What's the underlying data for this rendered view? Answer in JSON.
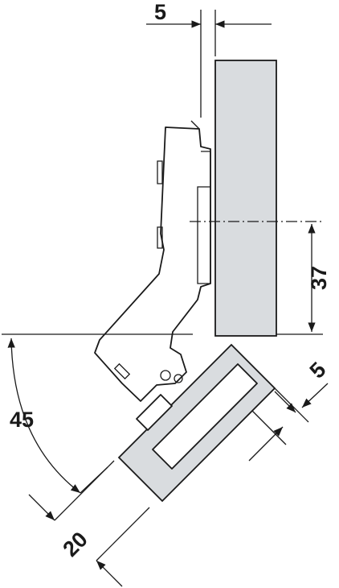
{
  "dimensions": {
    "overlay": "5",
    "height_offset": "37",
    "opening_angle": "45",
    "door_offset": "20",
    "door_overlay": "5"
  },
  "colors": {
    "panel_fill": "#d9dcdf",
    "line": "#1a1a1a",
    "background": "#ffffff"
  }
}
